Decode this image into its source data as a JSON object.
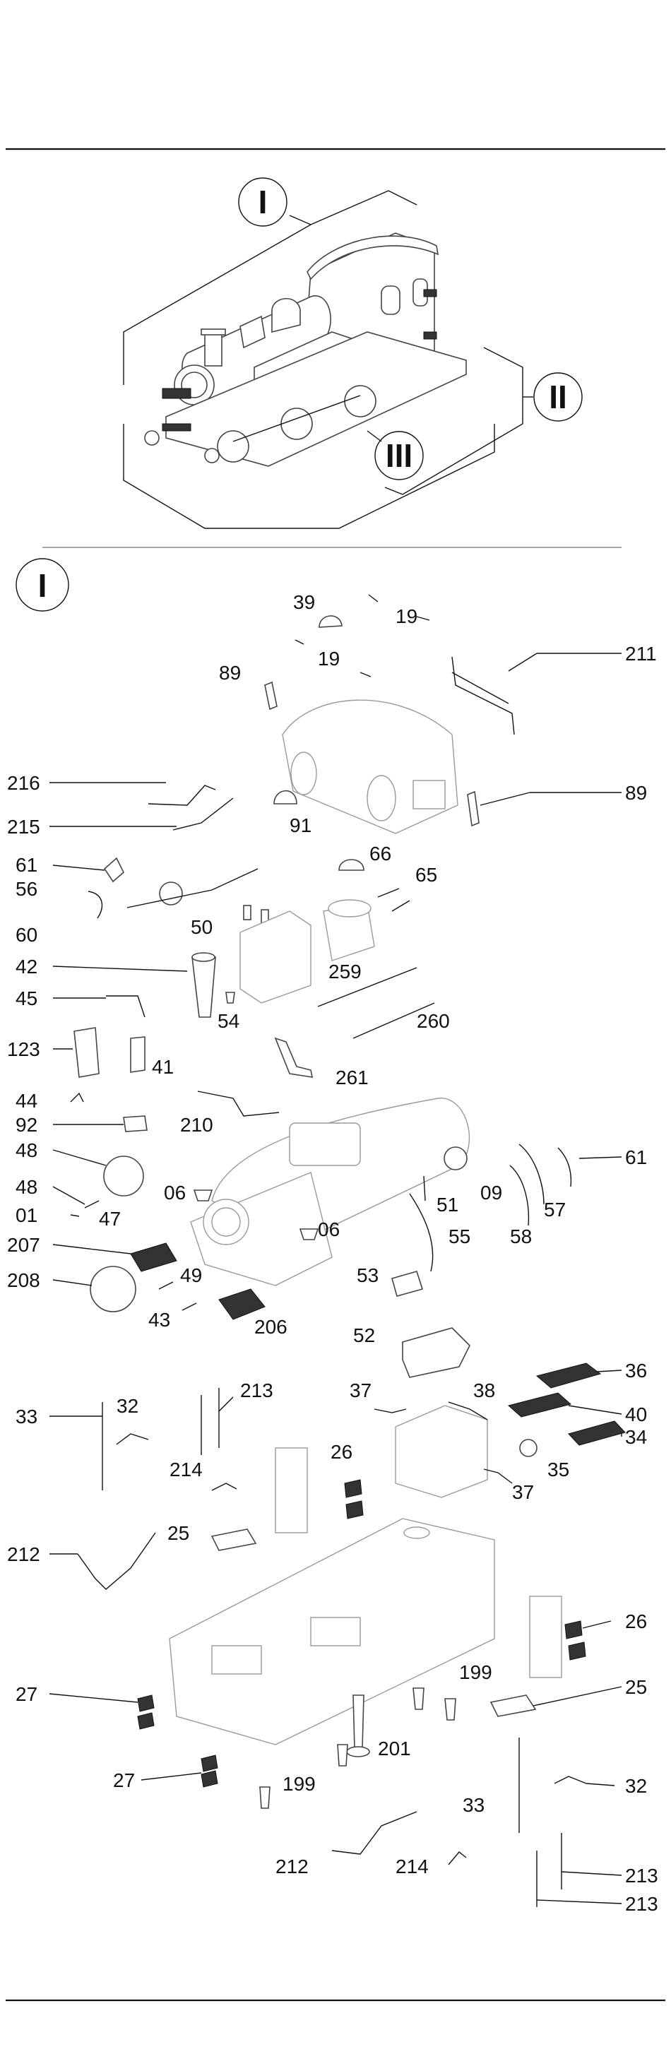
{
  "sections": {
    "overview": {
      "roman": [
        "I",
        "II",
        "III"
      ]
    },
    "detail": {
      "roman": "I"
    }
  },
  "labels": [
    {
      "id": "p39",
      "text": "39"
    },
    {
      "id": "p19a",
      "text": "19"
    },
    {
      "id": "p19b",
      "text": "19"
    },
    {
      "id": "p89a",
      "text": "89"
    },
    {
      "id": "p211",
      "text": "211"
    },
    {
      "id": "p216",
      "text": "216"
    },
    {
      "id": "p215",
      "text": "215"
    },
    {
      "id": "p91",
      "text": "91"
    },
    {
      "id": "p89b",
      "text": "89"
    },
    {
      "id": "p61a",
      "text": "61"
    },
    {
      "id": "p66",
      "text": "66"
    },
    {
      "id": "p56",
      "text": "56"
    },
    {
      "id": "p65",
      "text": "65"
    },
    {
      "id": "p60",
      "text": "60"
    },
    {
      "id": "p50",
      "text": "50"
    },
    {
      "id": "p42",
      "text": "42"
    },
    {
      "id": "p259",
      "text": "259"
    },
    {
      "id": "p45",
      "text": "45"
    },
    {
      "id": "p54",
      "text": "54"
    },
    {
      "id": "p260",
      "text": "260"
    },
    {
      "id": "p123",
      "text": "123"
    },
    {
      "id": "p41",
      "text": "41"
    },
    {
      "id": "p261",
      "text": "261"
    },
    {
      "id": "p44",
      "text": "44"
    },
    {
      "id": "p92",
      "text": "92"
    },
    {
      "id": "p210",
      "text": "210"
    },
    {
      "id": "p48a",
      "text": "48"
    },
    {
      "id": "p61b",
      "text": "61"
    },
    {
      "id": "p06a",
      "text": "06"
    },
    {
      "id": "p51",
      "text": "51"
    },
    {
      "id": "p09",
      "text": "09"
    },
    {
      "id": "p48b",
      "text": "48"
    },
    {
      "id": "p57",
      "text": "57"
    },
    {
      "id": "p01",
      "text": "01"
    },
    {
      "id": "p47",
      "text": "47"
    },
    {
      "id": "p06b",
      "text": "06"
    },
    {
      "id": "p58",
      "text": "58"
    },
    {
      "id": "p55",
      "text": "55"
    },
    {
      "id": "p207",
      "text": "207"
    },
    {
      "id": "p208",
      "text": "208"
    },
    {
      "id": "p49",
      "text": "49"
    },
    {
      "id": "p53",
      "text": "53"
    },
    {
      "id": "p43",
      "text": "43"
    },
    {
      "id": "p206",
      "text": "206"
    },
    {
      "id": "p52",
      "text": "52"
    },
    {
      "id": "p36",
      "text": "36"
    },
    {
      "id": "p213a",
      "text": "213"
    },
    {
      "id": "p37a",
      "text": "37"
    },
    {
      "id": "p38",
      "text": "38"
    },
    {
      "id": "p33a",
      "text": "33"
    },
    {
      "id": "p32a",
      "text": "32"
    },
    {
      "id": "p40",
      "text": "40"
    },
    {
      "id": "p34",
      "text": "34"
    },
    {
      "id": "p26a",
      "text": "26"
    },
    {
      "id": "p35",
      "text": "35"
    },
    {
      "id": "p214a",
      "text": "214"
    },
    {
      "id": "p37b",
      "text": "37"
    },
    {
      "id": "p25a",
      "text": "25"
    },
    {
      "id": "p212a",
      "text": "212"
    },
    {
      "id": "p26b",
      "text": "26"
    },
    {
      "id": "p27a",
      "text": "27"
    },
    {
      "id": "p199a",
      "text": "199"
    },
    {
      "id": "p25b",
      "text": "25"
    },
    {
      "id": "p201",
      "text": "201"
    },
    {
      "id": "p27b",
      "text": "27"
    },
    {
      "id": "p199b",
      "text": "199"
    },
    {
      "id": "p32b",
      "text": "32"
    },
    {
      "id": "p33b",
      "text": "33"
    },
    {
      "id": "p212b",
      "text": "212"
    },
    {
      "id": "p214b",
      "text": "214"
    },
    {
      "id": "p213b",
      "text": "213"
    },
    {
      "id": "p213c",
      "text": "213"
    }
  ]
}
